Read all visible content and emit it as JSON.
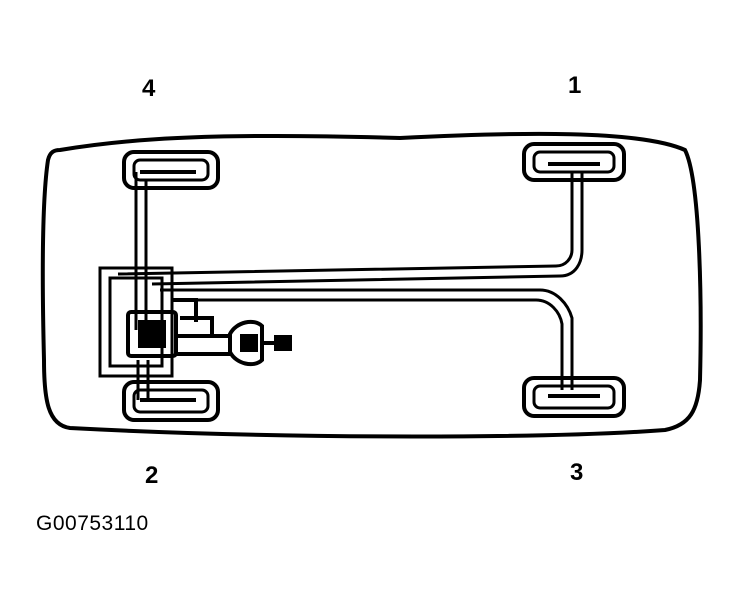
{
  "wheel_labels": {
    "front_left": "4",
    "front_right": "1",
    "rear_left": "2",
    "rear_right": "3"
  },
  "figure_id": "G00753110",
  "line_color": "#000000",
  "background_color": "#ffffff"
}
